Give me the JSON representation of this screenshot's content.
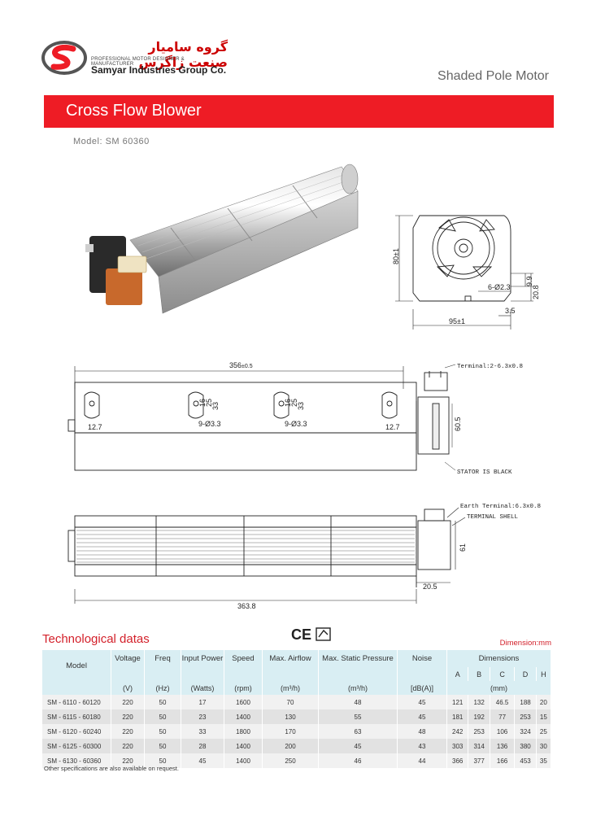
{
  "header": {
    "logo_persian": "گروه سامیار صنعت زاگرس",
    "logo_tagline": "PROFESSIONAL MOTOR DESIGNER & MANUFACTURER",
    "logo_company": "Samyar Industries Group Co.",
    "subtitle": "Shaded Pole Motor",
    "title": "Cross Flow Blower",
    "model_label": "Model: SM",
    "model_number": "60360"
  },
  "drawings": {
    "side_width": "95±1",
    "side_height": "80±1",
    "side_holes": "6-Ø2.3",
    "side_d1": "9.9",
    "side_d2": "20.8",
    "side_d3": "3.5",
    "top_length": "356",
    "top_tol": "±0.5",
    "terminal": "Terminal:2-6.3x0.8",
    "hole_16": "16",
    "hole_25": "25",
    "hole_33": "33",
    "hole_spec": "9-Ø3.3",
    "edge_127": "12.7",
    "motor_605": "60.5",
    "stator": "STATOR IS BLACK",
    "earth_terminal": "Earth Terminal:6.3x0.8",
    "terminal_shell": "TERMINAL SHELL",
    "front_61": "61",
    "front_205": "20.5",
    "front_length": "363.8"
  },
  "tech": {
    "title": "Technological datas",
    "ce_mark": "CE",
    "dimension_unit": "Dimension:mm",
    "headers": {
      "model": "Model",
      "voltage": "Voltage",
      "freq": "Freq",
      "input_power": "Input Power",
      "speed": "Speed",
      "airflow": "Max. Airflow",
      "pressure": "Max. Static Pressure",
      "noise": "Noise",
      "dimensions": "Dimensions",
      "dA": "A",
      "dB": "B",
      "dC": "C",
      "dD": "D",
      "dH": "H"
    },
    "units": {
      "voltage": "(V)",
      "freq": "(Hz)",
      "power": "(Watts)",
      "speed": "(rpm)",
      "airflow": "(m³/h)",
      "pressure": "(m³/h)",
      "noise": "[dB(A)]",
      "dims": "(mm)"
    },
    "rows": [
      {
        "model": "SM - 6110 - 60120",
        "v": "220",
        "hz": "50",
        "w": "17",
        "rpm": "1600",
        "air": "70",
        "pres": "48",
        "noise": "45",
        "a": "121",
        "b": "132",
        "c": "46.5",
        "d": "188",
        "h": "20"
      },
      {
        "model": "SM - 6115 - 60180",
        "v": "220",
        "hz": "50",
        "w": "23",
        "rpm": "1400",
        "air": "130",
        "pres": "55",
        "noise": "45",
        "a": "181",
        "b": "192",
        "c": "77",
        "d": "253",
        "h": "15"
      },
      {
        "model": "SM - 6120 - 60240",
        "v": "220",
        "hz": "50",
        "w": "33",
        "rpm": "1800",
        "air": "170",
        "pres": "63",
        "noise": "48",
        "a": "242",
        "b": "253",
        "c": "106",
        "d": "324",
        "h": "25"
      },
      {
        "model": "SM - 6125 - 60300",
        "v": "220",
        "hz": "50",
        "w": "28",
        "rpm": "1400",
        "air": "200",
        "pres": "45",
        "noise": "43",
        "a": "303",
        "b": "314",
        "c": "136",
        "d": "380",
        "h": "30"
      },
      {
        "model": "SM - 6130 - 60360",
        "v": "220",
        "hz": "50",
        "w": "45",
        "rpm": "1400",
        "air": "250",
        "pres": "46",
        "noise": "44",
        "a": "366",
        "b": "377",
        "c": "166",
        "d": "453",
        "h": "35"
      }
    ],
    "note": "Other specifications are also available on request."
  }
}
